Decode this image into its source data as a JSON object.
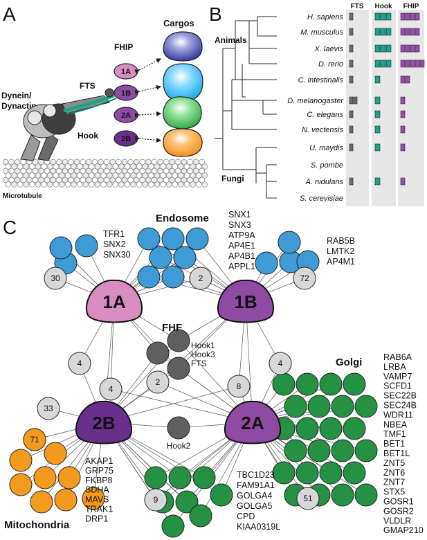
{
  "panels": {
    "a": "A",
    "b": "B",
    "c": "C"
  },
  "panel_a": {
    "cargos": "Cargos",
    "fhip": "FHIP",
    "fts": "FTS",
    "hook": "Hook",
    "dynein_line1": "Dynein/",
    "dynein_line2": "Dynactin",
    "microtubule": "Microtubule",
    "paralogs": [
      "1A",
      "1B",
      "2A",
      "2B"
    ]
  },
  "panel_b": {
    "columns": [
      "FTS",
      "Hook",
      "FHIP"
    ],
    "groups": {
      "animals": "Animals",
      "fungi": "Fungi"
    },
    "species": [
      {
        "name": "H. sapiens",
        "fts": 1,
        "hook": 3,
        "fhip": 4
      },
      {
        "name": "M. musculus",
        "fts": 1,
        "hook": 3,
        "fhip": 4
      },
      {
        "name": "X. laevis",
        "fts": 1,
        "hook": 3,
        "fhip": 4
      },
      {
        "name": "D. rerio",
        "fts": 1,
        "hook": 3,
        "fhip": 5
      },
      {
        "name": "C. intestinalis",
        "fts": 1,
        "hook": 1,
        "fhip": 2
      },
      {
        "name": "D. melanogaster",
        "fts": 2,
        "hook": 1,
        "fhip": 1
      },
      {
        "name": "C. elegans",
        "fts": 1,
        "hook": 1,
        "fhip": 1
      },
      {
        "name": "N. vectensis",
        "fts": 1,
        "hook": 1,
        "fhip": 1
      },
      {
        "name": "U. maydis",
        "fts": 1,
        "hook": 1,
        "fhip": 1
      },
      {
        "name": "S. pombe",
        "fts": 0,
        "hook": 0,
        "fhip": 0
      },
      {
        "name": "A. nidulans",
        "fts": 1,
        "hook": 1,
        "fhip": 1
      },
      {
        "name": "S. cerevisiae",
        "fts": 0,
        "hook": 0,
        "fhip": 0
      }
    ],
    "colors": {
      "fts": "#6d6e70",
      "hook": "#1aa489",
      "fhip": "#9a4fae",
      "bg": "#e7e7e8"
    }
  },
  "panel_c": {
    "hubs": {
      "h1a": "1A",
      "h1b": "1B",
      "h2a": "2A",
      "h2b": "2B"
    },
    "compartments": {
      "endosome": "Endosome",
      "golgi": "Golgi",
      "mitochondria": "Mitochondria",
      "fhf": "FHF"
    },
    "counts": {
      "c1a": "30",
      "cshared": "2",
      "c1b": "72",
      "left4": "4",
      "right4": "4",
      "mid4": "4",
      "center2": "2",
      "c8": "8",
      "c33": "33",
      "c71": "71",
      "c9": "9",
      "c51": "51"
    },
    "fhf_labels": [
      "Hook1",
      "Hook3",
      "FTS"
    ],
    "hook2": "Hook2",
    "gene_lists": {
      "g1a": [
        "TFR1",
        "SNX2",
        "SNX30"
      ],
      "gendo": [
        "SNX1",
        "SNX3",
        "ATP9A",
        "AP4E1",
        "AP4B1",
        "APPL1"
      ],
      "g1b": [
        "RAB5B",
        "LMTK2",
        "AP4M1"
      ],
      "ggolgi": [
        "RAB6A",
        "LRBA",
        "VAMP7",
        "SCFD1",
        "SEC22B",
        "SEC24B",
        "WDR11",
        "NBEA",
        "TMF1",
        "BET1",
        "BET1L",
        "ZNT5",
        "ZNT6",
        "ZNT7",
        "STX5",
        "GOSR1",
        "GOSR2",
        "VLDLR",
        "GMAP210"
      ],
      "gmito": [
        "AKAP1",
        "GRP75",
        "FKBP8",
        "SDHA",
        "MAVS",
        "TRAK1",
        "DRP1"
      ],
      "gshared": [
        "TBC1D23",
        "FAM91A1",
        "GOLGA4",
        "GOLGA5",
        "CPD",
        "KIAA0319L"
      ]
    },
    "colors": {
      "endosome": "#3e9bd6",
      "golgi": "#249143",
      "mitochondria": "#f39a1f",
      "count": "#d8d8d8",
      "fhf": "#5e5f61",
      "h1a": "#d98cc0",
      "h1b": "#8f4ba4",
      "h2a": "#8f4ba4",
      "h2b": "#6a2f8b"
    }
  }
}
